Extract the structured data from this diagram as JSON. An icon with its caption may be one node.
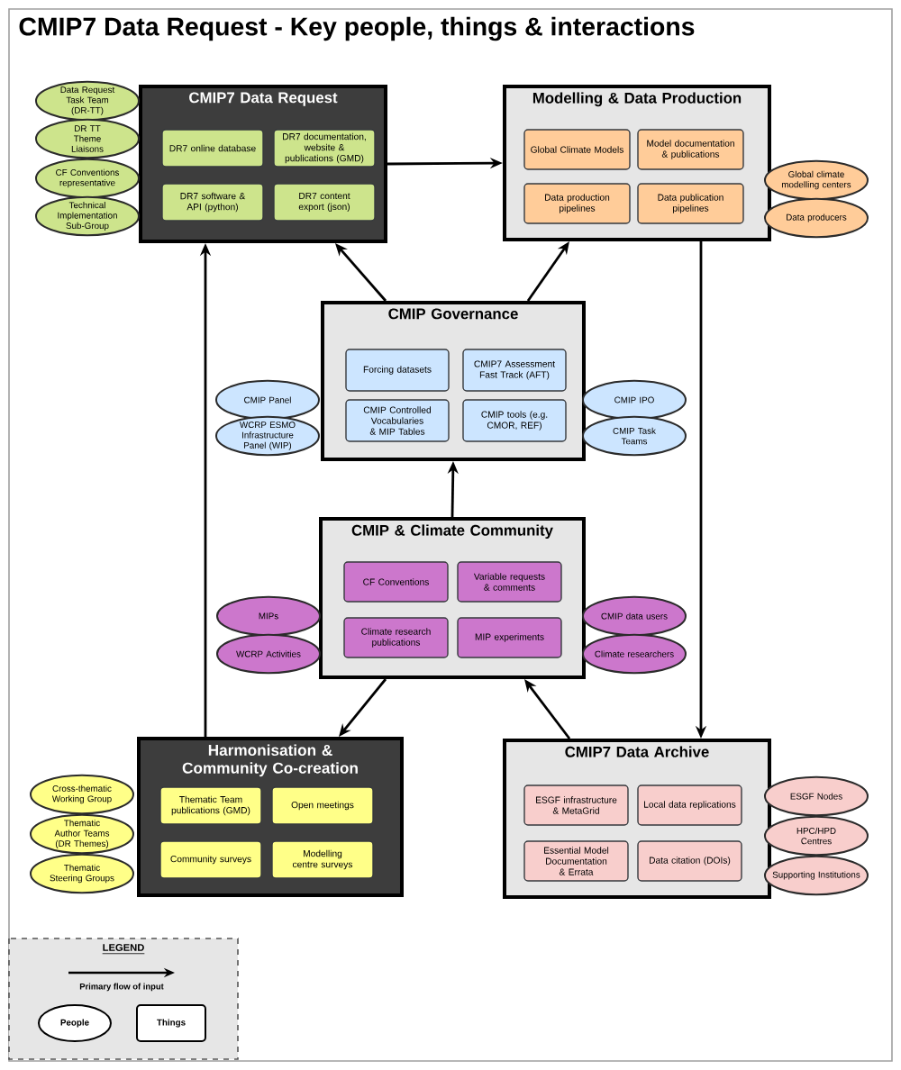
{
  "diagram": {
    "title": "CMIP7 Data Request - Key people, things & interactions",
    "nodes": [
      {
        "text": [
          "CMIP7 Data Request"
        ]
      },
      {
        "text": [
          "DR7 online database"
        ],
        "in": 0
      },
      {
        "text": [
          "DR7 documentation, website & publications (GMD)"
        ],
        "in": 0
      },
      {
        "text": [
          "DR7 software & API (python)"
        ],
        "in": 0
      },
      {
        "text": [
          "DR7 content export (json)"
        ],
        "in": 0
      },
      {
        "text": [
          "Data Request Task Team (DR-TT)"
        ]
      },
      {
        "text": [
          "DR TT Theme Liaisons"
        ]
      },
      {
        "text": [
          "CF Conventions representative"
        ]
      },
      {
        "text": [
          "Technical Implementation Sub-Group"
        ]
      },
      {
        "text": [
          "Modelling & Data Production"
        ]
      },
      {
        "text": [
          "Global Climate Models"
        ],
        "in": 9
      },
      {
        "text": [
          "Model documentation & publications"
        ],
        "in": 9
      },
      {
        "text": [
          "Data production pipelines"
        ],
        "in": 9
      },
      {
        "text": [
          "Data publication pipelines"
        ],
        "in": 9
      },
      {
        "text": [
          "Global climate modelling centers"
        ]
      },
      {
        "text": [
          "Data producers"
        ]
      },
      {
        "text": [
          "CMIP Governance"
        ]
      },
      {
        "text": [
          "Forcing datasets"
        ],
        "in": 16
      },
      {
        "text": [
          "CMIP7 Assessment Fast Track (AFT)"
        ],
        "in": 16
      },
      {
        "text": [
          "CMIP Controlled Vocabularies & MIP Tables"
        ],
        "in": 16
      },
      {
        "text": [
          "CMIP tools (e.g. CMOR, REF)"
        ],
        "in": 16
      },
      {
        "text": [
          "CMIP Panel"
        ]
      },
      {
        "text": [
          "WCRP ESMO Infrastructure Panel (WIP)"
        ]
      },
      {
        "text": [
          "CMIP IPO"
        ]
      },
      {
        "text": [
          "CMIP Task Teams"
        ]
      },
      {
        "text": [
          "CMIP & Climate Community"
        ]
      },
      {
        "text": [
          "CF Conventions"
        ],
        "in": 25
      },
      {
        "text": [
          "Variable requests & comments"
        ],
        "in": 25
      },
      {
        "text": [
          "Climate research publications"
        ],
        "in": 25
      },
      {
        "text": [
          "MIP experiments"
        ],
        "in": 25
      },
      {
        "text": [
          "MIPs"
        ]
      },
      {
        "text": [
          "WCRP Activities"
        ]
      },
      {
        "text": [
          "CMIP data users"
        ]
      },
      {
        "text": [
          "Climate researchers"
        ]
      },
      {
        "text": [
          "Harmonisation & Community Co-creation"
        ]
      },
      {
        "text": [
          "Thematic Team publications (GMD)"
        ],
        "in": 34
      },
      {
        "text": [
          "Open meetings"
        ],
        "in": 34
      },
      {
        "text": [
          "Community surveys"
        ],
        "in": 34
      },
      {
        "text": [
          "Modelling centre surveys"
        ],
        "in": 34
      },
      {
        "text": [
          "Cross-thematic Working Group"
        ]
      },
      {
        "text": [
          "Thematic Author Teams (DR Themes)"
        ]
      },
      {
        "text": [
          "Thematic Steering Groups"
        ]
      },
      {
        "text": [
          "CMIP7 Data Archive"
        ]
      },
      {
        "text": [
          "ESGF infrastructure & MetaGrid"
        ],
        "in": 42
      },
      {
        "text": [
          "Local data replications"
        ],
        "in": 42
      },
      {
        "text": [
          "Essential Model Documentation & Errata"
        ],
        "in": 42
      },
      {
        "text": [
          "Data citation (DOIs)"
        ],
        "in": 42
      },
      {
        "text": [
          "ESGF Nodes"
        ]
      },
      {
        "text": [
          "HPC/HPD Centres"
        ]
      },
      {
        "text": [
          "Supporting Institutions"
        ]
      }
    ],
    "edges": [
      {
        "from": 0,
        "to": 9,
        "arrow": "to"
      },
      {
        "from": 16,
        "to": 0,
        "arrow": "to"
      },
      {
        "from": 16,
        "to": 9,
        "arrow": "to"
      },
      {
        "from": 25,
        "to": 16,
        "arrow": "to"
      },
      {
        "from": 34,
        "to": 0,
        "arrow": "to"
      },
      {
        "from": 9,
        "to": 42,
        "arrow": "to"
      },
      {
        "from": 25,
        "to": 34,
        "arrow": "to"
      },
      {
        "from": 42,
        "to": 25,
        "arrow": "to"
      }
    ],
    "labels": [
      "LEGEND"
    ],
    "legend": [
      {
        "text": "Primary flow of input"
      },
      {
        "text": "People"
      },
      {
        "text": "Things"
      }
    ]
  }
}
